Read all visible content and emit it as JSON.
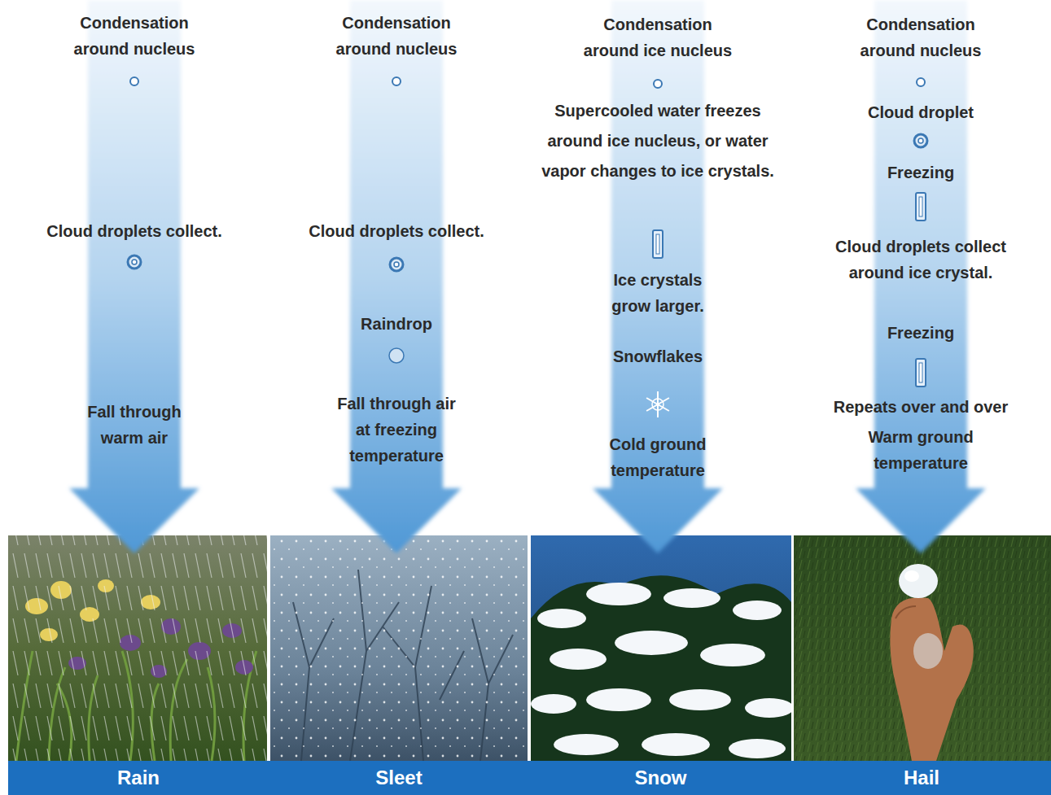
{
  "diagram": {
    "nodes": [
      {
        "text": [
          "Condensation around nucleus",
          "Cloud droplets collect.",
          "Fall through warm air"
        ]
      },
      {
        "text": [
          "Condensation around nucleus",
          "Cloud droplets collect.",
          "Raindrop",
          "Fall through air at freezing temperature"
        ]
      },
      {
        "text": [
          "Condensation around ice nucleus",
          "Supercooled water freezes around ice nucleus, or water vapor changes to ice crystals.",
          "Ice crystals grow larger.",
          "Snowflakes",
          "Cold ground temperature"
        ]
      },
      {
        "text": [
          "Condensation around nucleus",
          "Cloud droplet",
          "Freezing",
          "Cloud droplets collect around ice crystal.",
          "Freezing",
          "Repeats over and over",
          "Warm ground temperature"
        ]
      },
      {
        "text": [
          "Rain"
        ]
      },
      {
        "text": [
          "Sleet"
        ]
      },
      {
        "text": [
          "Snow"
        ]
      },
      {
        "text": [
          "Hail"
        ]
      }
    ]
  }
}
